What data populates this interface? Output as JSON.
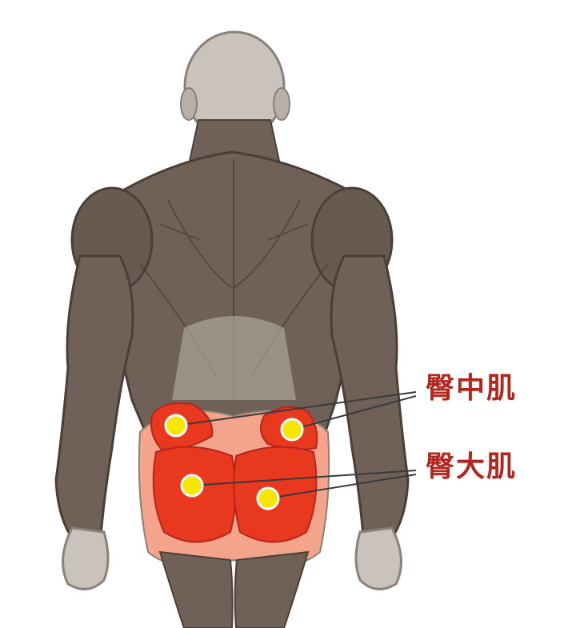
{
  "labels": {
    "gluteus_medius": "臀中肌",
    "gluteus_maximus": "臀大肌"
  },
  "colors": {
    "background": "#ffffff",
    "muscle_brown": "#6f6157",
    "muscle_dark": "#4a3f37",
    "gluteus_red": "#e8381e",
    "gluteus_outline": "#f4a48a",
    "point_yellow": "#f6e600",
    "label_red": "#b3261e",
    "leader_line": "#3a3a3a",
    "skin_light": "#c9c3bb"
  },
  "points": {
    "gluteus_medius": [
      "left",
      "right"
    ],
    "gluteus_maximus": [
      "left",
      "right"
    ]
  }
}
